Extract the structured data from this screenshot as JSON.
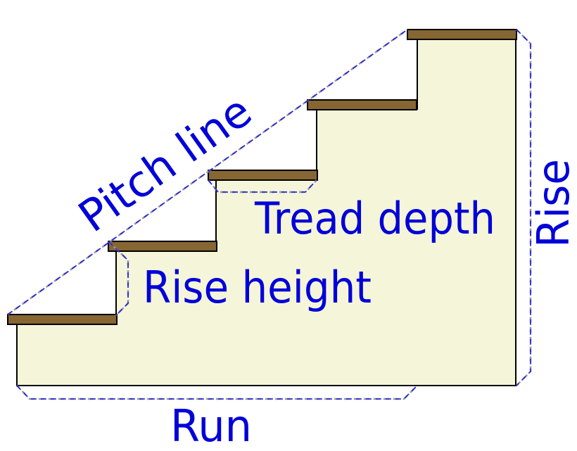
{
  "labels": {
    "pitch_line": "Pitch line",
    "tread_depth": "Tread depth",
    "rise_height": "Rise height",
    "rise": "Rise",
    "run": "Run"
  },
  "colors": {
    "background": "#ffffff",
    "stair_fill": "#f5f5da",
    "stair_outline": "#000000",
    "tread_fill": "#866632",
    "label_text": "#0000d8",
    "dimension_dash": "#2a2ad8",
    "dimension_shadow": "#9a9a9a"
  }
}
